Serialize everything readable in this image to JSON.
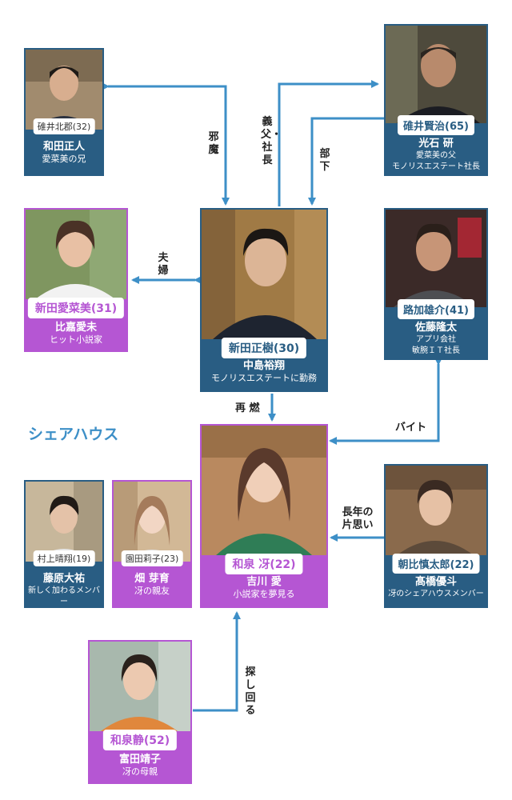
{
  "section_label": "シェアハウス",
  "relations": {
    "jama": "邪魔",
    "gifu": "義父・社長",
    "buka": "部下",
    "fuufu": "夫婦",
    "sainen": "再 燃",
    "baito": "バイト",
    "kataomoi_1": "長年の",
    "kataomoi_2": "片思い",
    "sagashi": "探し回る"
  },
  "people": {
    "wada": {
      "role": "碓井北郡(32)",
      "actor": "和田正人",
      "desc": [
        "愛菜美の兄"
      ]
    },
    "mitsuishi": {
      "role": "碓井賢治(65)",
      "actor": "光石 研",
      "desc": [
        "愛菜美の父",
        "モノリスエステート社長"
      ]
    },
    "hiraka": {
      "role": "新田愛菜美(31)",
      "actor": "比嘉愛未",
      "desc": [
        "ヒット小説家"
      ]
    },
    "nakajima": {
      "role": "新田正樹(30)",
      "actor": "中島裕翔",
      "desc": [
        "モノリスエステートに勤務"
      ]
    },
    "sato": {
      "role": "路加雄介(41)",
      "actor": "佐藤隆太",
      "desc": [
        "アプリ会社",
        "敏腕ＩＴ社長"
      ]
    },
    "yoshikawa": {
      "role": "和泉 冴(22)",
      "actor": "吉川 愛",
      "desc": [
        "小説家を夢見る"
      ]
    },
    "fujiwara": {
      "role": "村上晴翔(19)",
      "actor": "藤原大祐",
      "desc": [
        "新しく加わるメンバー"
      ]
    },
    "hata": {
      "role": "園田莉子(23)",
      "actor": "畑 芽育",
      "desc": [
        "冴の親友"
      ]
    },
    "takahashi": {
      "role": "朝比慎太郎(22)",
      "actor": "髙橋優斗",
      "desc": [
        "冴のシェアハウスメンバー"
      ]
    },
    "tomita": {
      "role": "和泉静(52)",
      "actor": "富田靖子",
      "desc": [
        "冴の母親"
      ]
    }
  },
  "colors": {
    "blue": "#295d83",
    "purple": "#b556d3",
    "line": "#3d8fc7",
    "section": "#3d8fc7"
  }
}
